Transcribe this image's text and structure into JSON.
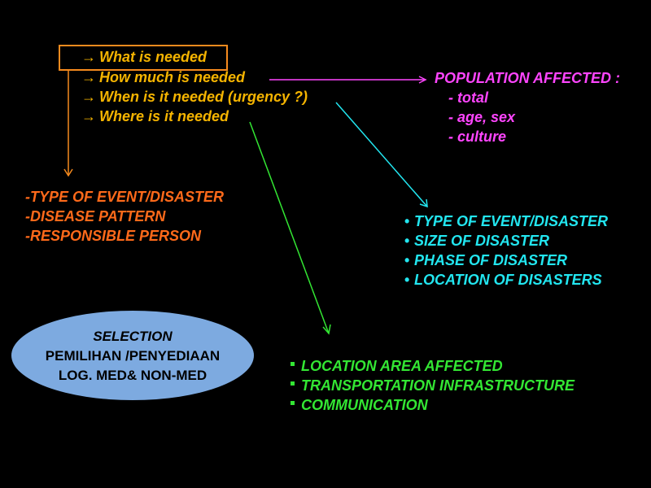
{
  "questions": [
    {
      "arrow": "→",
      "label": "What is needed"
    },
    {
      "arrow": "→",
      "label": "How much is needed"
    },
    {
      "arrow": "→",
      "label": "When is it needed (urgency ?)"
    },
    {
      "arrow": "→",
      "label": "Where is it needed"
    }
  ],
  "population": {
    "title": "POPULATION AFFECTED :",
    "items": [
      "- total",
      "- age, sex",
      "- culture"
    ]
  },
  "what_list": [
    "-TYPE OF EVENT/DISASTER",
    "-DISEASE PATTERN",
    "-RESPONSIBLE PERSON"
  ],
  "when_list": {
    "bullet": "•",
    "items": [
      "TYPE OF EVENT/DISASTER",
      "SIZE OF DISASTER",
      "PHASE OF DISASTER",
      "LOCATION OF DISASTERS"
    ]
  },
  "where_list": [
    "LOCATION AREA AFFECTED",
    "TRANSPORTATION INFRASTRUCTURE",
    "COMMUNICATION"
  ],
  "selection": {
    "line1": "SELECTION",
    "line2": "PEMILIHAN /PENYEDIAAN",
    "line3": "LOG. MED& NON-MED"
  },
  "colors": {
    "question": "#F5B400",
    "what": "#FF6A1A",
    "population": "#FF45FF",
    "when": "#22E6F0",
    "where": "#33E633",
    "ellipse": "#7DAAE0",
    "background": "#000000"
  }
}
